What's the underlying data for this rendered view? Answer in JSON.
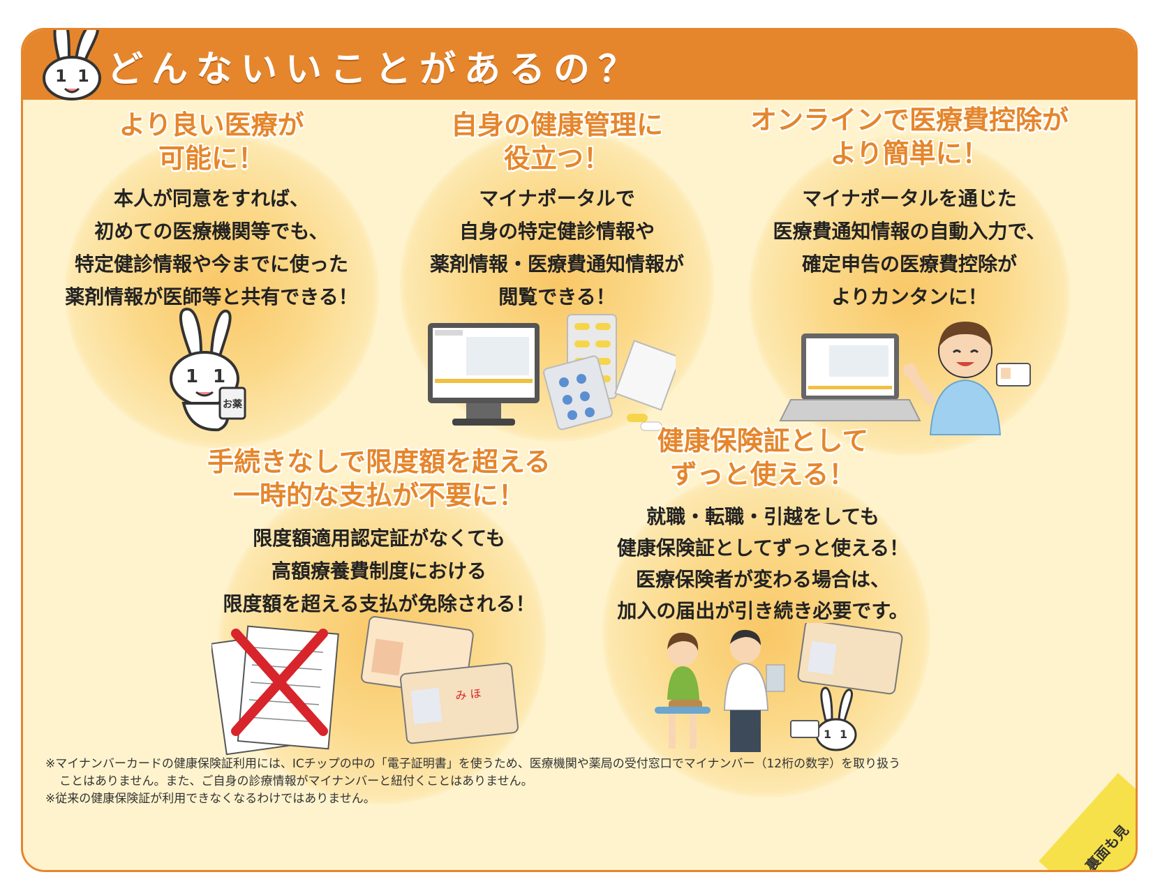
{
  "header": {
    "title": "どんないいことがあるの？"
  },
  "blocks": [
    {
      "title_lines": [
        "より良い医療が",
        "可能に！"
      ],
      "body_lines": [
        "本人が同意をすれば、",
        "初めての医療機関等でも、",
        "特定健診情報や今までに使った",
        "薬剤情報が医師等と共有できる！"
      ],
      "badge": "お薬"
    },
    {
      "title_lines": [
        "自身の健康管理に",
        "役立つ！"
      ],
      "body_lines": [
        "マイナポータルで",
        "自身の特定健診情報や",
        "薬剤情報・医療費通知情報が",
        "閲覧できる！"
      ]
    },
    {
      "title_lines": [
        "オンラインで医療費控除が",
        "より簡単に！"
      ],
      "body_lines": [
        "マイナポータルを通じた",
        "医療費通知情報の自動入力で、",
        "確定申告の医療費控除が",
        "よりカンタンに！"
      ]
    },
    {
      "title_lines": [
        "手続きなしで限度額を超える",
        "一時的な支払が不要に！"
      ],
      "body_lines": [
        "限度額適用認定証がなくても",
        "高額療養費制度における",
        "限度額を超える支払が免除される！"
      ]
    },
    {
      "title_lines": [
        "健康保険証として",
        "ずっと使える！"
      ],
      "body_lines": [
        "就職・転職・引越をしても",
        "健康保険証としてずっと使える！",
        "医療保険者が変わる場合は、",
        "加入の届出が引き続き必要です。"
      ]
    }
  ],
  "footnotes": {
    "note1_line1": "※マイナンバーカードの健康保険証利用には、ICチップの中の「電子証明書」を使うため、医療機関や薬局の受付窓口でマイナンバー（12桁の数字）を取り扱う",
    "note1_line2": "ことはありません。また、ご自身の診療情報がマイナンバーと紐付くことはありません。",
    "note2": "※従来の健康保険証が利用できなくなるわけではありません。"
  },
  "corner_tab": {
    "text": "裏面も見"
  },
  "colors": {
    "accent": "#e5862c",
    "panel": "#fef3cd",
    "glow": "#f9c766",
    "cross": "#d8242b",
    "tab": "#f7e14a"
  }
}
